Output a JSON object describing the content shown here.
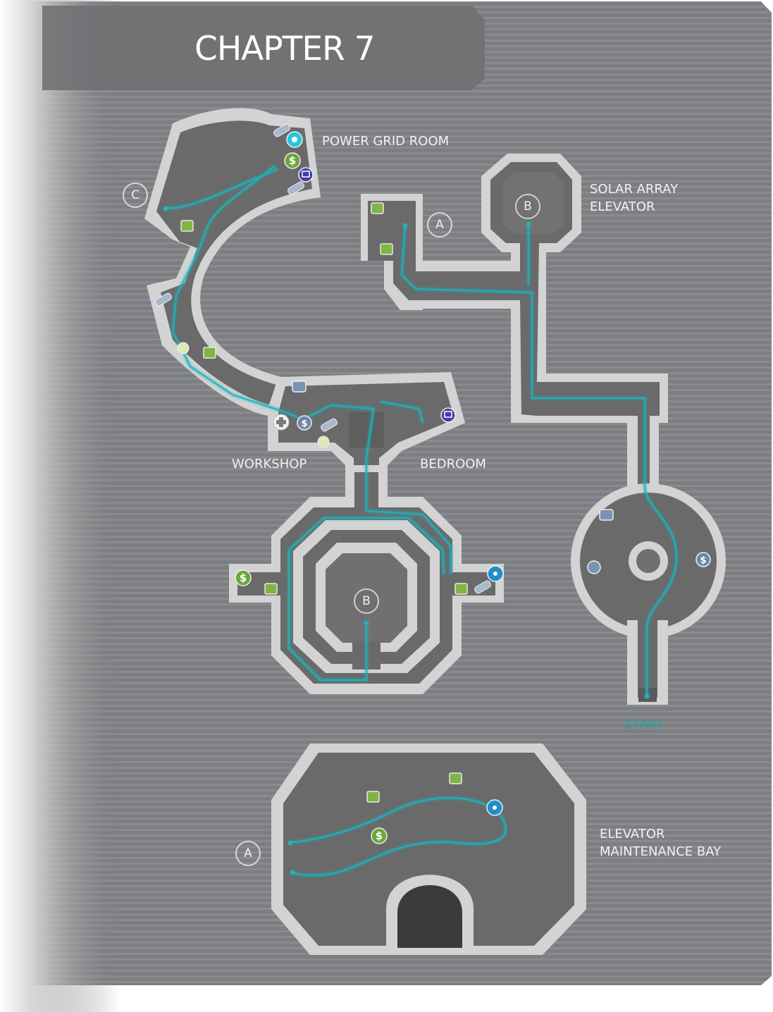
{
  "title": "CHAPTER 7",
  "rooms": {
    "power_grid_room": "POWER GRID ROOM",
    "solar_array_elevator_line1": "SOLAR ARRAY",
    "solar_array_elevator_line2": "ELEVATOR",
    "workshop": "WORKSHOP",
    "bedroom": "BEDROOM",
    "elevator_maintenance_bay_line1": "ELEVATOR",
    "elevator_maintenance_bay_line2": "MAINTENANCE BAY"
  },
  "start_label": "START",
  "waypoints": {
    "a": "A",
    "b": "B",
    "c": "C"
  },
  "colors": {
    "path": "#1fb3bd",
    "floor": "#6b6b6b",
    "wall": "#d4d4d4",
    "background": "#7c7d80",
    "money": "#6aa83a",
    "save_station": "#3f3fa6",
    "upgrade_node": "#1f8fc9",
    "loot_box": "#7fb542"
  },
  "icon_names": [
    "money-icon",
    "save-station-icon",
    "health-icon",
    "upgrade-node-icon",
    "loot-crate-icon",
    "power-icon",
    "camera-icon",
    "gear-icon",
    "mine-icon",
    "pipe-icon"
  ]
}
